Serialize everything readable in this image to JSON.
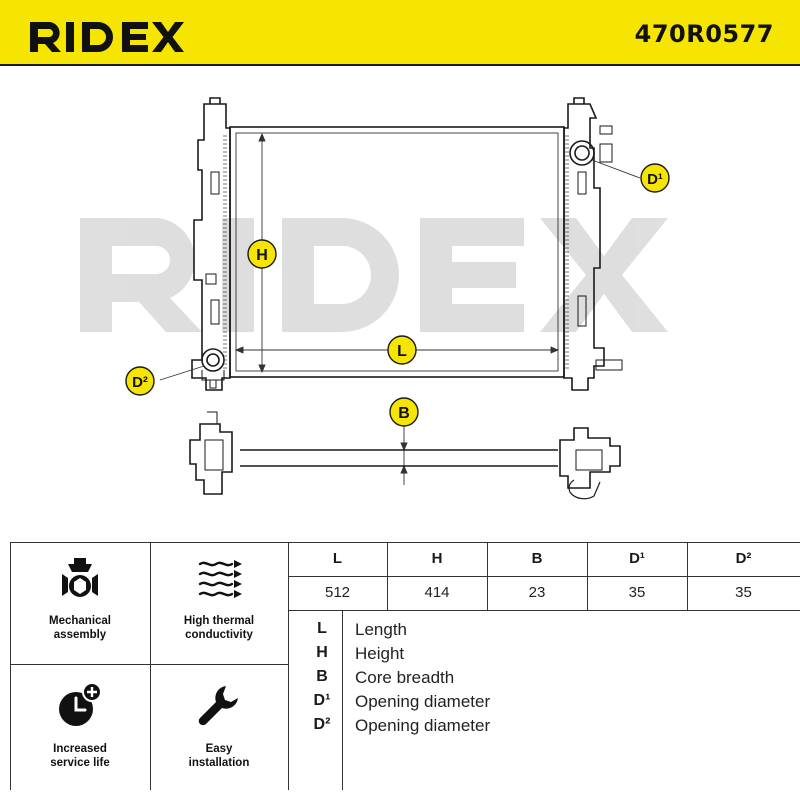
{
  "header": {
    "brand": "RIDEX",
    "part_number": "470R0577",
    "brand_color": "#f6e500"
  },
  "drawing": {
    "watermark": "RIDEX",
    "callouts": {
      "H": "H",
      "L": "L",
      "B": "B",
      "D1": "D¹",
      "D2": "D²"
    }
  },
  "features": [
    {
      "label": "Mechanical\nassembly",
      "icon": "mechanical-assembly-icon"
    },
    {
      "label": "High thermal\nconductivity",
      "icon": "heat-waves-icon"
    },
    {
      "label": "Increased\nservice life",
      "icon": "clock-plus-icon"
    },
    {
      "label": "Easy\ninstallation",
      "icon": "wrench-icon"
    }
  ],
  "dimensions": {
    "headers": [
      "L",
      "H",
      "B",
      "D¹",
      "D²"
    ],
    "values": [
      "512",
      "414",
      "23",
      "35",
      "35"
    ]
  },
  "legend": [
    {
      "symbol": "L",
      "text": "Length"
    },
    {
      "symbol": "H",
      "text": "Height"
    },
    {
      "symbol": "B",
      "text": "Core breadth"
    },
    {
      "symbol": "D¹",
      "text": "Opening diameter"
    },
    {
      "symbol": "D²",
      "text": "Opening diameter"
    }
  ]
}
